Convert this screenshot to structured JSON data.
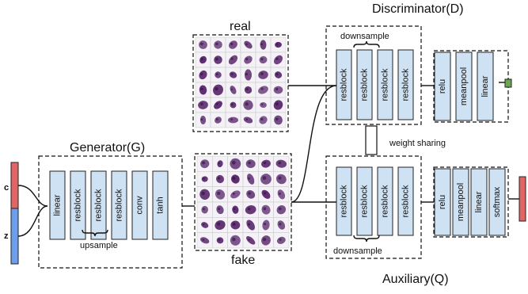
{
  "colors": {
    "block_fill": "#cfe2f3",
    "latent_c": "#e06666",
    "latent_z": "#6d9eeb",
    "output_d": "#6aa84f",
    "output_q": "#e06666",
    "cell_stain": "#5b2a6e"
  },
  "generator": {
    "title": "Generator(G)",
    "inputs": [
      "c",
      "z"
    ],
    "layers": [
      "linear",
      "resblock",
      "resblock",
      "resblock",
      "conv",
      "tanh"
    ],
    "upsample_label": "upsample"
  },
  "images": {
    "real_label": "real",
    "fake_label": "fake"
  },
  "discriminator": {
    "title": "Discriminator(D)",
    "resblocks": [
      "resblock",
      "resblock",
      "resblock",
      "resblock"
    ],
    "downsample_label": "downsample",
    "head": [
      "relu",
      "meanpool",
      "linear"
    ]
  },
  "weight_sharing_label": "weight sharing",
  "auxiliary": {
    "title": "Auxiliary(Q)",
    "resblocks": [
      "resblock",
      "resblock",
      "resblock",
      "resblock"
    ],
    "downsample_label": "downsample",
    "head": [
      "relu",
      "meanpool",
      "linear",
      "softmax"
    ]
  }
}
